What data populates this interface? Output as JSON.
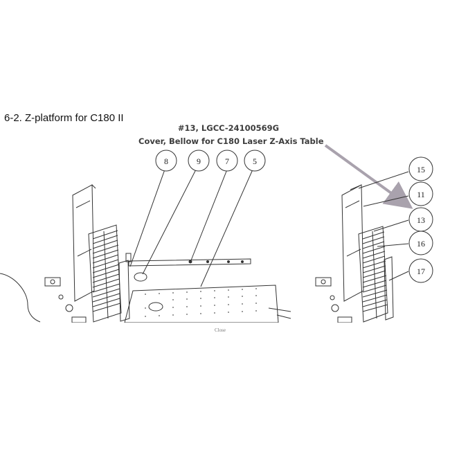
{
  "section_title": "6-2. Z-platform for C180 II",
  "part": {
    "line1": "#13, LGCC-24100569G",
    "line2": "Cover, Bellow for C180 Laser Z-Axis Table"
  },
  "callouts_left": [
    "8",
    "9",
    "7",
    "5"
  ],
  "callouts_right": [
    "15",
    "11",
    "13",
    "16",
    "17"
  ],
  "close_label": "Close",
  "colors": {
    "line": "#333333",
    "arrow": "#a9a2ad",
    "heading": "#3d3d3d"
  }
}
